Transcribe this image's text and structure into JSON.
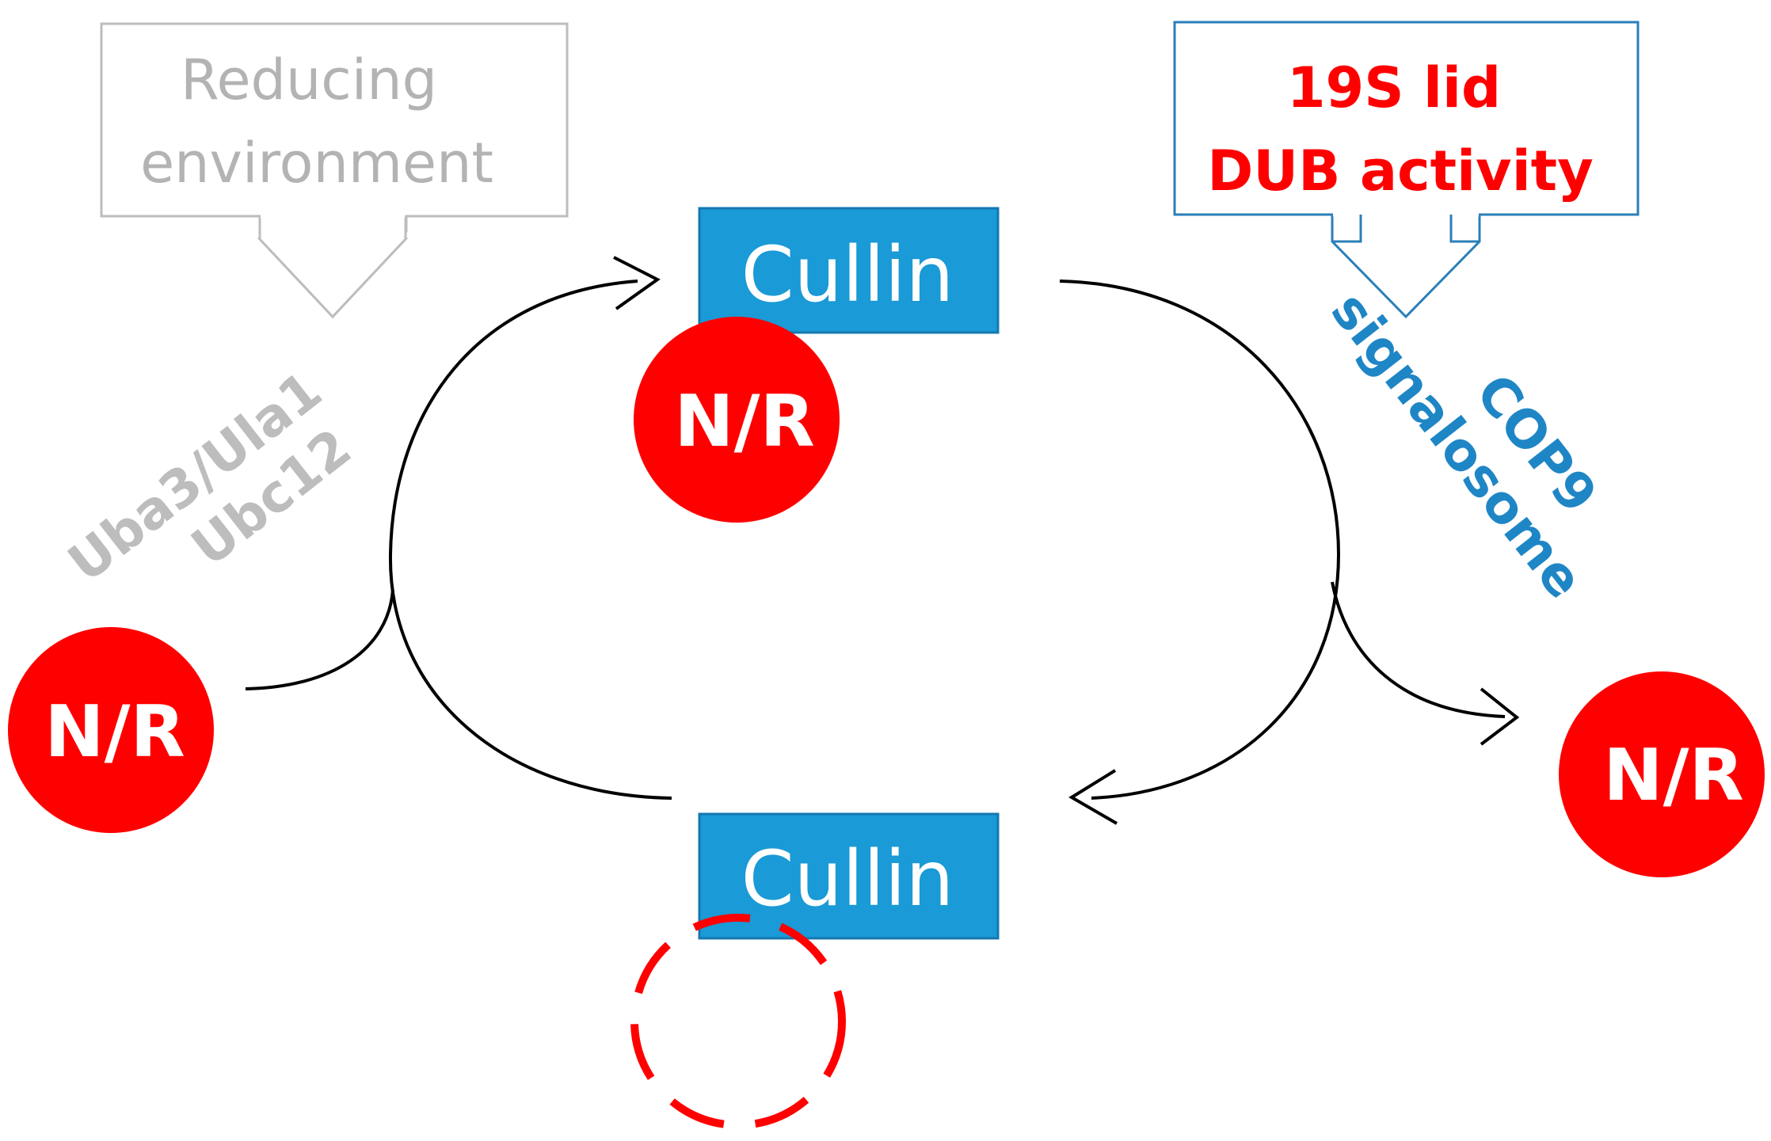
{
  "colors": {
    "cullin_fill": "#1a9ad6",
    "nedd8_fill": "#ff0000",
    "arrow": "#000000",
    "gray_text": "#b3b3b3",
    "blue_box": "#2a7fb8",
    "blue_text": "#1f86c6",
    "red_text": "#ff0000"
  },
  "callouts": {
    "reducing": {
      "line1": "Reducing",
      "line2": "environment"
    },
    "dub": {
      "line1": "19S lid",
      "line2": "DUB activity"
    }
  },
  "cullin": {
    "top": "Cullin",
    "bottom": "Cullin"
  },
  "nr": {
    "top": "N/R",
    "left": "N/R",
    "right": "N/R"
  },
  "enzymes": {
    "activating": {
      "line1": "Uba3/Ula1",
      "line2": "Ubc12"
    },
    "csn": {
      "line1": "COP9",
      "line2": "signalosome"
    }
  }
}
